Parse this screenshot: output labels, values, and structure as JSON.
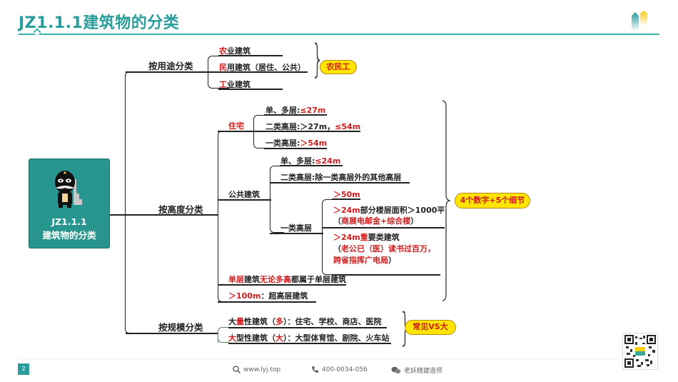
{
  "header": {
    "title": "JZ1.1.1建筑物的分类"
  },
  "center": {
    "code": "JZ1.1.1",
    "label": "建筑物的分类"
  },
  "branches": {
    "usage": {
      "label": "按用途分类",
      "items": [
        {
          "red": "农",
          "text": "业建筑"
        },
        {
          "red": "民",
          "text": "用建筑（居住、公共）"
        },
        {
          "red": "工",
          "text": "业建筑"
        }
      ],
      "tag": "农民工"
    },
    "height": {
      "label": "按高度分类",
      "residential": {
        "label": "住宅",
        "items": [
          {
            "text": "单、多层:",
            "red": "≤27m"
          },
          {
            "text": "二类高层:＞27m，",
            "red": "≤54m"
          },
          {
            "text": "一类高层:",
            "red": "＞54m"
          }
        ]
      },
      "public": {
        "label": "公共建筑",
        "items": [
          {
            "text": "单、多层:",
            "red": "≤24m"
          },
          {
            "text": "二类高层:除一类高层外的其他高层"
          }
        ],
        "class1": {
          "label": "一类高层",
          "items": [
            {
              "red": "＞50m"
            },
            {
              "red": "＞24m",
              "text": "部分楼层面积＞1000平",
              "line2_pre": "（",
              "line2_red": "商展电邮金+综合楼",
              "line2_post": "）"
            },
            {
              "red": "＞24m重",
              "text": "要类建筑",
              "line2_pre": "（",
              "line2_red": "老公已（医）读书过百万，",
              "line3_red": "跨省指挥广电局",
              "line3_post": "）"
            }
          ]
        }
      },
      "single_story": {
        "red1": "单层",
        "text1": "建筑",
        "red2": "无论多高",
        "text2": "都属于单层建筑"
      },
      "super_high": {
        "red": "＞100m",
        "text": "：超高层建筑"
      },
      "tag": "4个数字+5个细节"
    },
    "scale": {
      "label": "按规模分类",
      "items": [
        {
          "pre": "大",
          "red": "量",
          "mid": "性建筑（",
          "red2": "多",
          "post": "）：住宅、学校、商店、医院"
        },
        {
          "red": "大",
          "mid": "型性建筑（",
          "red2": "大",
          "post": "）：大型体育馆、剧院、火车站"
        }
      ],
      "tag": "常见VS大"
    }
  },
  "footer": {
    "page": "2",
    "website": "www.lyj.top",
    "phone": "400-0034-056",
    "wechat": "老妖精建造师"
  },
  "colors": {
    "accent": "#2a9d9a",
    "center_box": "#28968f",
    "highlight_red": "#d01c1c",
    "tag_yellow": "#ffe500"
  }
}
